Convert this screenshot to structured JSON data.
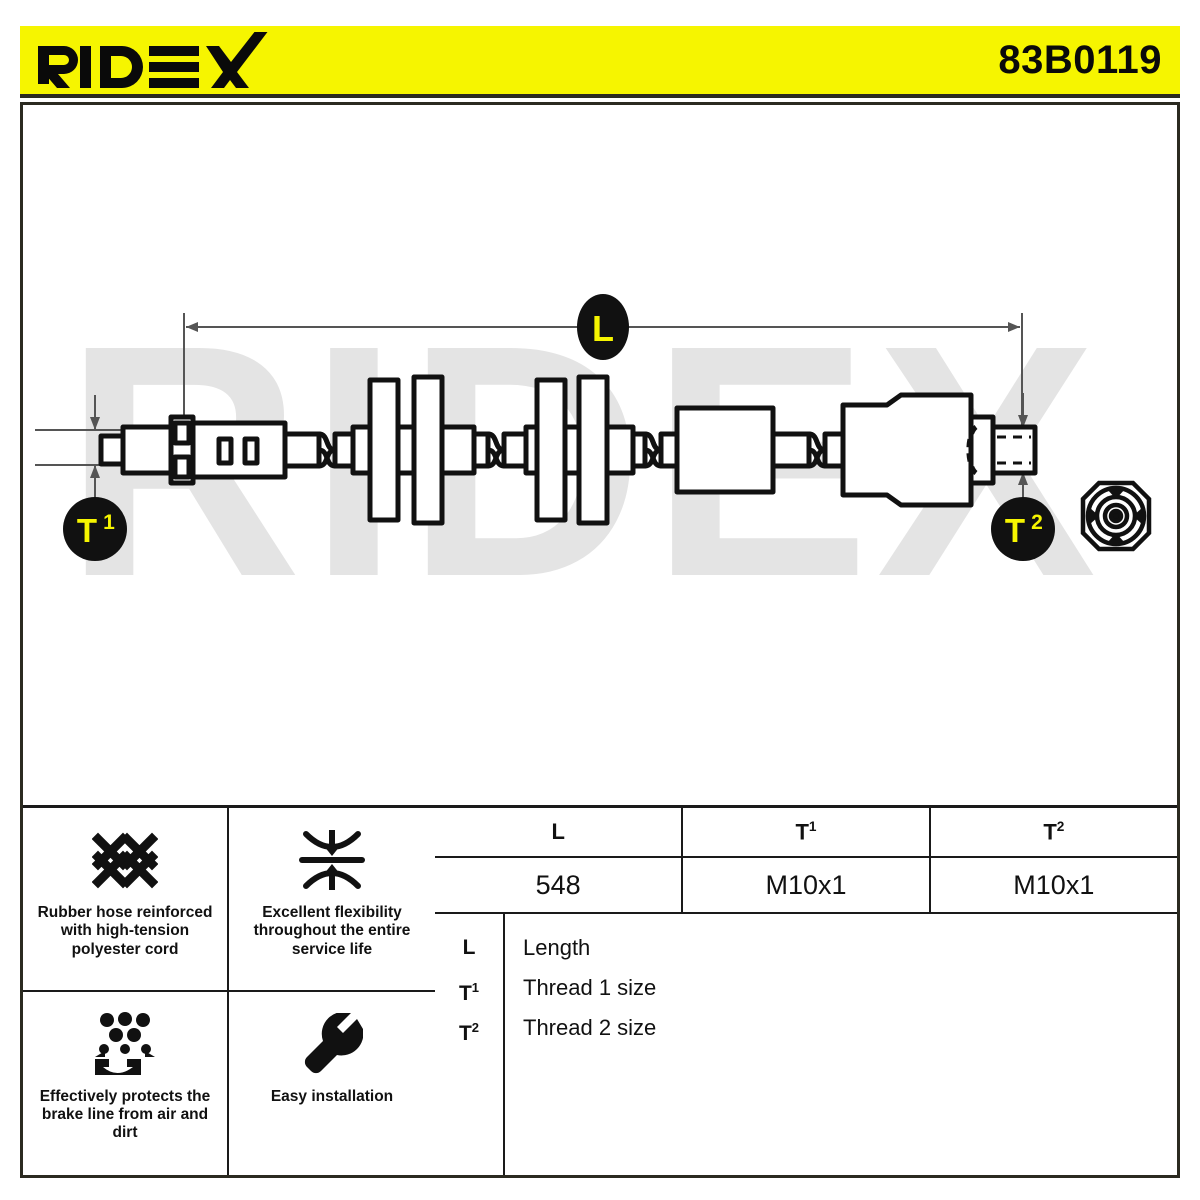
{
  "header": {
    "brand": "RIDEX",
    "part_number": "83B0119",
    "bg_color": "#f6f500"
  },
  "watermark": {
    "text": "RIDEX",
    "color": "#e2e2e2"
  },
  "drawing": {
    "dimension_badges": [
      {
        "id": "L",
        "label": "L",
        "sup": "",
        "shape": "ellipse"
      },
      {
        "id": "T1",
        "label": "T",
        "sup": "1",
        "shape": "circle"
      },
      {
        "id": "T2",
        "label": "T",
        "sup": "2",
        "shape": "circle"
      }
    ],
    "badge_bg": "#111111",
    "badge_fg": "#f6f500",
    "line_color": "#555555",
    "part_outline": "#111111",
    "part_fill": "#ffffff",
    "end_view": "octagonal-fitting-end-view"
  },
  "features": [
    {
      "icon": "mesh-weave-icon",
      "text": "Rubber hose reinforced with high-tension polyester cord"
    },
    {
      "icon": "flexibility-compression-icon",
      "text": "Excellent flexibility throughout the entire service life"
    },
    {
      "icon": "dirt-protection-icon",
      "text": "Effectively protects the brake line from air and dirt"
    },
    {
      "icon": "wrench-icon",
      "text": "Easy installation"
    }
  ],
  "specs": {
    "columns": [
      {
        "label": "L",
        "sup": ""
      },
      {
        "label": "T",
        "sup": "1"
      },
      {
        "label": "T",
        "sup": "2"
      }
    ],
    "values": [
      "548",
      "M10x1",
      "M10x1"
    ]
  },
  "legend": {
    "rows": [
      {
        "key": "L",
        "sup": "",
        "description": "Length"
      },
      {
        "key": "T",
        "sup": "1",
        "description": "Thread 1 size"
      },
      {
        "key": "T",
        "sup": "2",
        "description": "Thread 2 size"
      }
    ]
  }
}
